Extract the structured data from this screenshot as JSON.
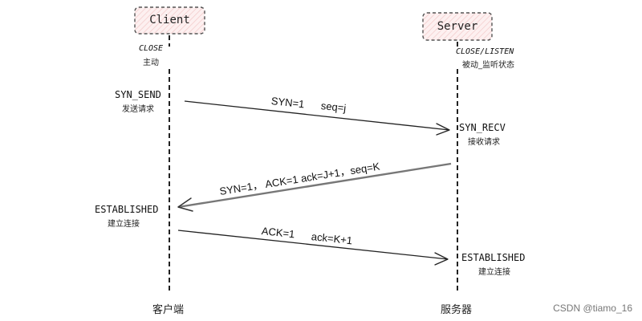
{
  "client": {
    "box_label": "Client",
    "init_state": "CLOSE",
    "init_desc": "主动",
    "syn_send_state": "SYN_SEND",
    "syn_send_desc": "发送请求",
    "established_state": "ESTABLISHED",
    "established_desc": "建立连接",
    "footer_label": "客户端"
  },
  "server": {
    "box_label": "Server",
    "init_state": "CLOSE/LISTEN",
    "init_desc": "被动_监听状态",
    "syn_recv_state": "SYN_RECV",
    "syn_recv_desc": "接收请求",
    "established_state": "ESTABLISHED",
    "established_desc": "建立连接",
    "footer_label": "服务器"
  },
  "messages": {
    "msg1_syn": "SYN=1",
    "msg1_seq": "seq=j",
    "msg2_text": "SYN=1， ACK=1    ack=J+1，seq=K",
    "msg3_ack": "ACK=1",
    "msg3_ackval": "ack=K+1"
  },
  "watermark": "CSDN @tiamo_16",
  "colors": {
    "box_fill": "#fbe9e9",
    "box_border": "#555555",
    "line": "#222222",
    "arrow2": "#777777"
  }
}
